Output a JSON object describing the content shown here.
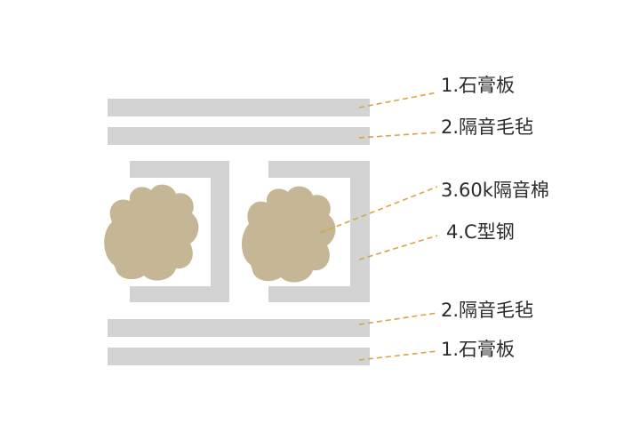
{
  "colors": {
    "panel": "#d3d3d3",
    "insulation": "#c5b795",
    "leader": "#d9a441",
    "text": "#2b2b2b"
  },
  "labels": {
    "plasterboard_top": "1.石膏板",
    "felt_top": "2.隔音毛毡",
    "cotton": "3.60k隔音棉",
    "steel": "4.C型钢",
    "felt_bottom": "2.隔音毛毡",
    "plasterboard_bottom": "1.石膏板"
  }
}
